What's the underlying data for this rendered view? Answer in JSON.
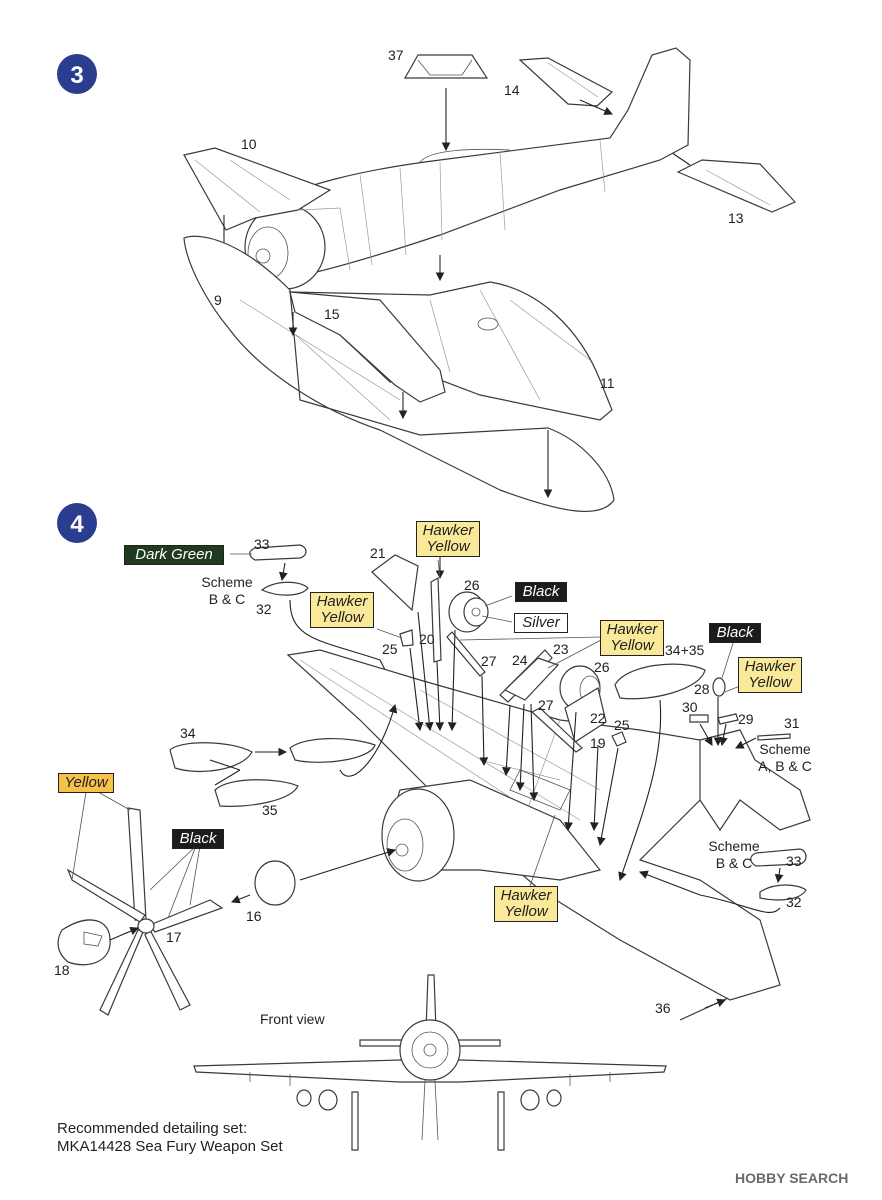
{
  "steps": [
    "3",
    "4"
  ],
  "part_numbers": {
    "p37": "37",
    "p14": "14",
    "p10": "10",
    "p13": "13",
    "p9": "9",
    "p15": "15",
    "p11": "11",
    "p33a": "33",
    "p32a": "32",
    "p21": "21",
    "p26a": "26",
    "p25a": "25",
    "p20": "20",
    "p27a": "27",
    "p24": "24",
    "p23": "23",
    "p26b": "26",
    "p34_35": "34+35",
    "p28": "28",
    "p30": "30",
    "p29": "29",
    "p31": "31",
    "p27b": "27",
    "p22": "22",
    "p25b": "25",
    "p19": "19",
    "p34": "34",
    "p35": "35",
    "p16": "16",
    "p17": "17",
    "p18": "18",
    "p33b": "33",
    "p32b": "32",
    "p36": "36"
  },
  "color_callouts": {
    "dark_green": "Dark Green",
    "hawker_yellow_1_a": "Hawker",
    "hawker_yellow_1_b": "Yellow",
    "hawker_yellow_2_a": "Hawker",
    "hawker_yellow_2_b": "Yellow",
    "black_1": "Black",
    "silver": "Silver",
    "hawker_yellow_3_a": "Hawker",
    "hawker_yellow_3_b": "Yellow",
    "black_2": "Black",
    "hawker_yellow_4_a": "Hawker",
    "hawker_yellow_4_b": "Yellow",
    "yellow": "Yellow",
    "black_3": "Black",
    "hawker_yellow_5_a": "Hawker",
    "hawker_yellow_5_b": "Yellow"
  },
  "callout_colors": {
    "hawker_yellow": "#fbe99a",
    "yellow": "#f7c24a",
    "black": "#1c1c1c",
    "dark_green": "#1f3a1f",
    "silver": "#ffffff",
    "step_badge": "#2b3d8f"
  },
  "notes": {
    "scheme_bc_1_a": "Scheme",
    "scheme_bc_1_b": "B & C",
    "scheme_abc_a": "Scheme",
    "scheme_abc_b": "A, B & C",
    "scheme_bc_2_a": "Scheme",
    "scheme_bc_2_b": "B & C",
    "front_view": "Front view"
  },
  "footer": {
    "line1": "Recommended detailing set:",
    "line2": "MKA14428 Sea Fury Weapon Set"
  },
  "watermark": "HOBBY SEARCH"
}
